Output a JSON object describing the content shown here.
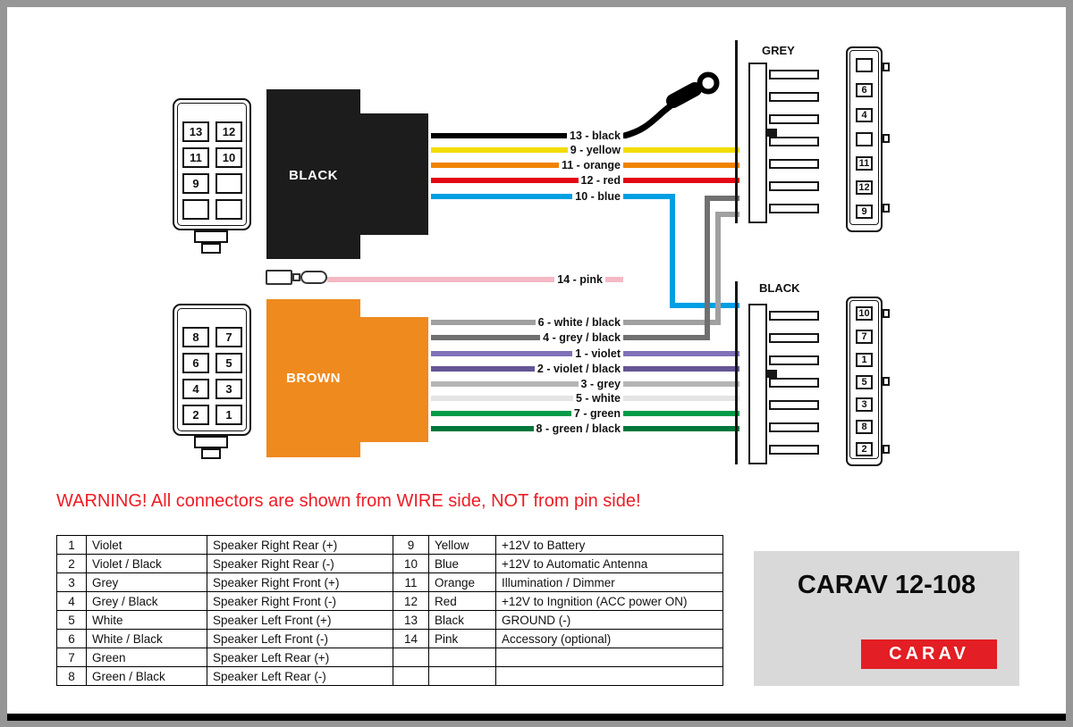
{
  "warning_text": "WARNING! All connectors are shown from WIRE side, NOT from pin side!",
  "product": {
    "model": "CARAV 12-108",
    "brand": "CARAV"
  },
  "colors": {
    "brand_red": "#e31e24",
    "warning_red": "#ed1c24",
    "block_black": "#1c1c1c",
    "block_brown": "#ef8a1e",
    "panel_grey": "#d9d9d9"
  },
  "blocks": {
    "top": "BLACK",
    "bottom": "BROWN"
  },
  "plugs": {
    "top": {
      "pins": [
        "13",
        "12",
        "11",
        "10",
        "9",
        "",
        "",
        ""
      ]
    },
    "bottom": {
      "pins": [
        "8",
        "7",
        "6",
        "5",
        "4",
        "3",
        "2",
        "1"
      ]
    }
  },
  "iso": {
    "grey": {
      "label": "GREY",
      "front_pins": [
        "",
        "6",
        "4",
        "",
        "11",
        "12",
        "9"
      ]
    },
    "black": {
      "label": "BLACK",
      "front_pins": [
        "10",
        "7",
        "1",
        "5",
        "3",
        "8",
        "2"
      ]
    }
  },
  "wires": {
    "w13": {
      "label": "13 - black",
      "color": "#000000"
    },
    "w9": {
      "label": "9 - yellow",
      "color": "#f2dc00"
    },
    "w11": {
      "label": "11 - orange",
      "color": "#f08300"
    },
    "w12": {
      "label": "12 - red",
      "color": "#e30613"
    },
    "w10": {
      "label": "10 - blue",
      "color": "#009fe3"
    },
    "w14": {
      "label": "14 - pink",
      "color": "#f5b8c4"
    },
    "w6": {
      "label": "6 - white / black",
      "color": "#a0a0a0"
    },
    "w4": {
      "label": "4 - grey / black",
      "color": "#707070"
    },
    "w1": {
      "label": "1 - violet",
      "color": "#8070b8"
    },
    "w2": {
      "label": "2 - violet / black",
      "color": "#655595"
    },
    "w3": {
      "label": "3 - grey",
      "color": "#b5b5b5"
    },
    "w5": {
      "label": "5 - white",
      "color": "#e4e4e4"
    },
    "w7": {
      "label": "7 - green",
      "color": "#009b48"
    },
    "w8": {
      "label": "8 - green / black",
      "color": "#00763a"
    }
  },
  "pin_table": {
    "rows": [
      [
        "1",
        "Violet",
        "Speaker Right Rear (+)",
        "9",
        "Yellow",
        "+12V to Battery"
      ],
      [
        "2",
        "Violet / Black",
        "Speaker Right Rear (-)",
        "10",
        "Blue",
        "+12V to Automatic Antenna"
      ],
      [
        "3",
        "Grey",
        "Speaker Right Front (+)",
        "11",
        "Orange",
        "Illumination / Dimmer"
      ],
      [
        "4",
        "Grey / Black",
        "Speaker Right Front (-)",
        "12",
        "Red",
        "+12V to Ingnition (ACC power ON)"
      ],
      [
        "5",
        "White",
        "Speaker Left Front (+)",
        "13",
        "Black",
        "GROUND (-)"
      ],
      [
        "6",
        "White / Black",
        "Speaker Left Front (-)",
        "14",
        "Pink",
        "Accessory (optional)"
      ],
      [
        "7",
        "Green",
        "Speaker Left Rear (+)",
        "",
        "",
        ""
      ],
      [
        "8",
        "Green / Black",
        "Speaker Left Rear (-)",
        "",
        "",
        ""
      ]
    ]
  }
}
